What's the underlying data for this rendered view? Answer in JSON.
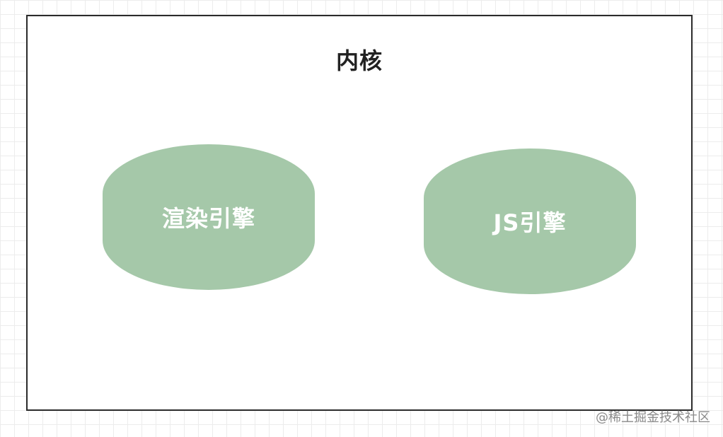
{
  "diagram": {
    "title": "内核",
    "nodes": [
      {
        "label": "渲染引擎"
      },
      {
        "label": "JS引擎"
      }
    ]
  },
  "watermark": "@稀土掘金技术社区",
  "colors": {
    "node_fill": "#a5c8a9",
    "node_text": "#ffffff",
    "border": "#2b2b2b",
    "grid": "#ececec"
  }
}
